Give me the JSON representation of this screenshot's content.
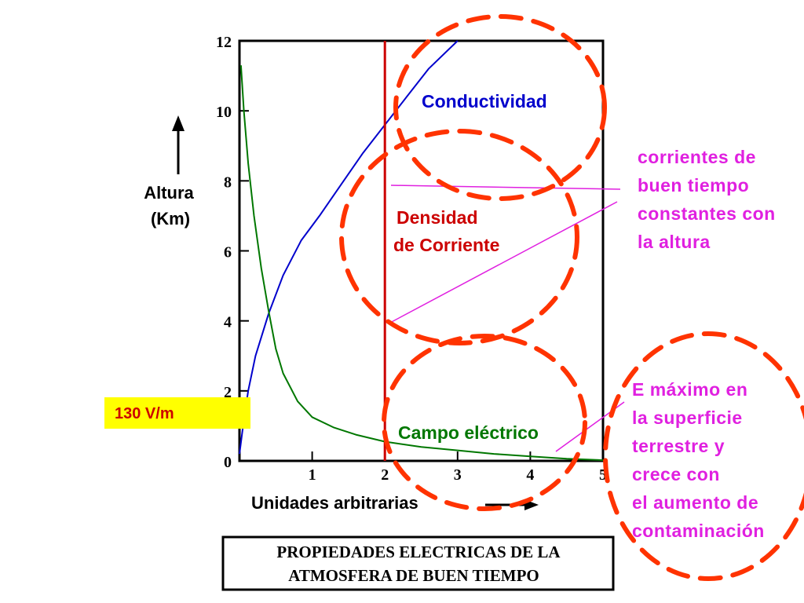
{
  "chart_data": {
    "type": "line",
    "title": "PROPIEDADES ELECTRICAS DE LA ATMOSFERA DE BUEN TIEMPO",
    "title_lines": [
      "PROPIEDADES ELECTRICAS DE LA",
      "ATMOSFERA DE BUEN TIEMPO"
    ],
    "xlabel": "Unidades arbitrarias",
    "ylabel_lines": [
      "Altura",
      "(Km)"
    ],
    "xlim": [
      0,
      5
    ],
    "ylim": [
      0,
      12
    ],
    "x_ticks": [
      1,
      2,
      3,
      4,
      5
    ],
    "y_ticks": [
      0,
      2,
      4,
      6,
      8,
      10,
      12
    ],
    "grid": false,
    "series": [
      {
        "name": "Conductividad",
        "label_lines": [
          "Conductividad"
        ],
        "color": "#0000cc",
        "points": [
          [
            0.0,
            0.2
          ],
          [
            0.05,
            1.0
          ],
          [
            0.12,
            2.0
          ],
          [
            0.22,
            3.0
          ],
          [
            0.4,
            4.2
          ],
          [
            0.6,
            5.3
          ],
          [
            0.85,
            6.3
          ],
          [
            1.1,
            7.0
          ],
          [
            1.4,
            7.9
          ],
          [
            1.7,
            8.8
          ],
          [
            2.0,
            9.6
          ],
          [
            2.3,
            10.4
          ],
          [
            2.6,
            11.2
          ],
          [
            3.0,
            12.0
          ]
        ]
      },
      {
        "name": "Densidad de Corriente",
        "label_lines": [
          "Densidad",
          "de Corriente"
        ],
        "color": "#cc0000",
        "points": [
          [
            2.0,
            0.0
          ],
          [
            2.0,
            12.0
          ]
        ]
      },
      {
        "name": "Campo eléctrico",
        "label_lines": [
          "Campo eléctrico"
        ],
        "color": "#007700",
        "points": [
          [
            0.02,
            11.3
          ],
          [
            0.06,
            10.0
          ],
          [
            0.12,
            8.5
          ],
          [
            0.2,
            7.0
          ],
          [
            0.3,
            5.5
          ],
          [
            0.4,
            4.3
          ],
          [
            0.5,
            3.2
          ],
          [
            0.6,
            2.5
          ],
          [
            0.8,
            1.7
          ],
          [
            1.0,
            1.25
          ],
          [
            1.3,
            0.95
          ],
          [
            1.6,
            0.75
          ],
          [
            2.0,
            0.55
          ],
          [
            2.5,
            0.4
          ],
          [
            3.0,
            0.3
          ],
          [
            3.5,
            0.2
          ],
          [
            4.0,
            0.13
          ],
          [
            4.5,
            0.06
          ],
          [
            5.0,
            0.02
          ]
        ]
      }
    ],
    "annotations": [
      {
        "name": "corrientes-note",
        "color": "#e020e0",
        "lines": [
          "corrientes de",
          "buen tiempo",
          "constantes con",
          "la altura"
        ]
      },
      {
        "name": "campo-note",
        "color": "#e020e0",
        "lines": [
          "E máximo en",
          "la superficie",
          "terrestre y",
          "crece con",
          "el aumento de",
          "contaminación"
        ]
      },
      {
        "name": "surface-field-badge",
        "text": "130 V/m",
        "background": "#ffff00",
        "color": "#cc0000"
      }
    ],
    "highlight_color": "#ff3300"
  }
}
